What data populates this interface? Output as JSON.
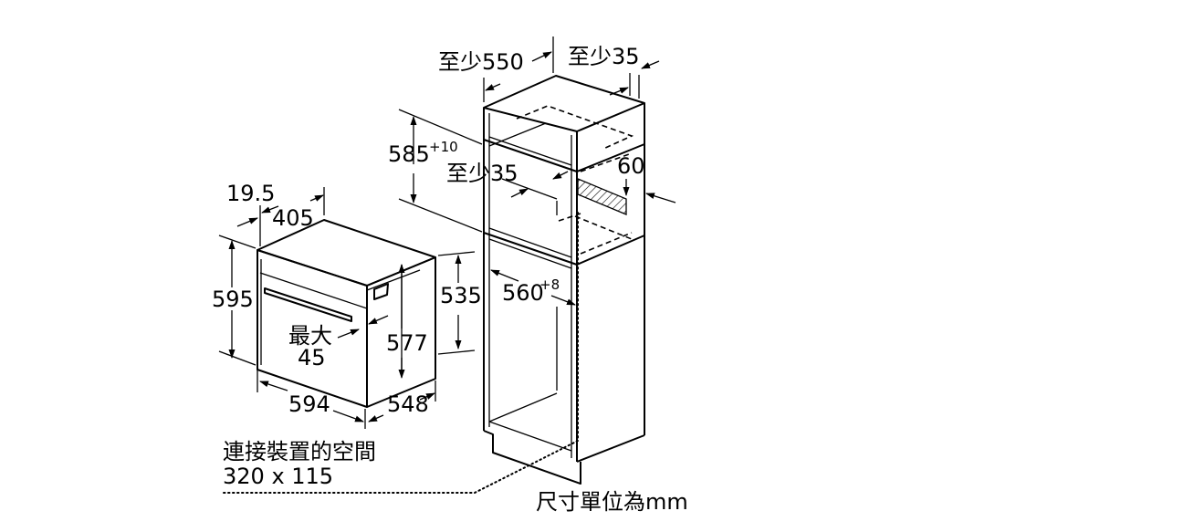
{
  "labels": {
    "cab_depth": "至少550",
    "cab_side_gap": "至少35",
    "niche_height": "585",
    "niche_height_tol": "+10",
    "vent_gap": "至少35",
    "vent_60": "60",
    "niche_width": "560",
    "niche_width_tol": "+8",
    "oven_19_5": "19.5",
    "oven_405": "405",
    "oven_595": "595",
    "oven_535": "535",
    "oven_577": "577",
    "oven_max": "最大",
    "oven_45": "45",
    "oven_594": "594",
    "oven_548": "548",
    "conn_title": "連接裝置的空間",
    "conn_size": "320 x 115",
    "unit_note": "尺寸單位為mm"
  }
}
